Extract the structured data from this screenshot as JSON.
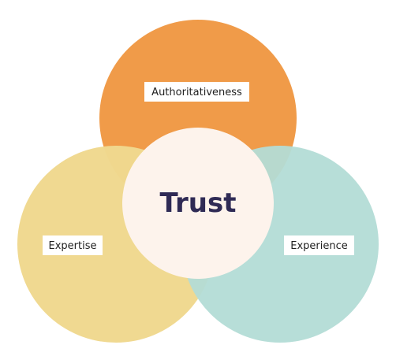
{
  "diagram": {
    "center": {
      "label": "Trust"
    },
    "circles": [
      {
        "label": "Authoritativeness",
        "color": "#F09B49"
      },
      {
        "label": "Expertise",
        "color": "#F0D88F"
      },
      {
        "label": "Experience",
        "color": "#B3DCD6"
      }
    ],
    "center_color": "#FDF3EC",
    "label_background": "#ffffff",
    "text_color": "#2f2a55"
  }
}
